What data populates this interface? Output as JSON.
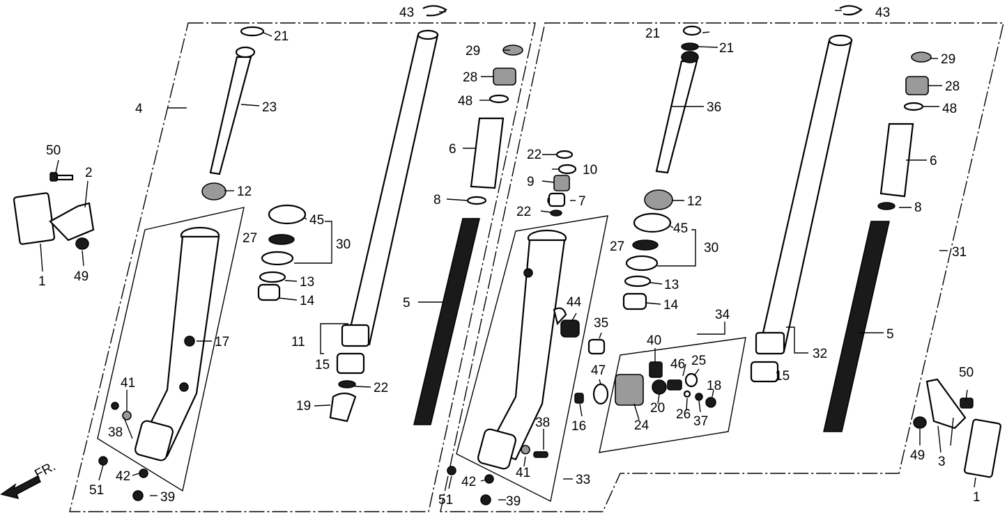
{
  "labels": {
    "n1": "1",
    "n2": "2",
    "n3": "3",
    "n4": "4",
    "n5": "5",
    "n6": "6",
    "n7": "7",
    "n8": "8",
    "n9": "9",
    "n10": "10",
    "n11": "11",
    "n12": "12",
    "n13": "13",
    "n14": "14",
    "n15": "15",
    "n16": "16",
    "n17": "17",
    "n18": "18",
    "n19": "19",
    "n20": "20",
    "n21": "21",
    "n22": "22",
    "n23": "23",
    "n24": "24",
    "n25": "25",
    "n26": "26",
    "n27": "27",
    "n28": "28",
    "n29": "29",
    "n30": "30",
    "n31": "31",
    "n32": "32",
    "n33": "33",
    "n34": "34",
    "n35": "35",
    "n36": "36",
    "n37": "37",
    "n38": "38",
    "n39": "39",
    "n40": "40",
    "n41": "41",
    "n42": "42",
    "n43": "43",
    "n44": "44",
    "n45": "45",
    "n46": "46",
    "n47": "47",
    "n48": "48",
    "n49": "49",
    "n50": "50",
    "n51": "51"
  },
  "direction_label": "FR.",
  "icons": [
    "front-direction-arrow-icon"
  ]
}
